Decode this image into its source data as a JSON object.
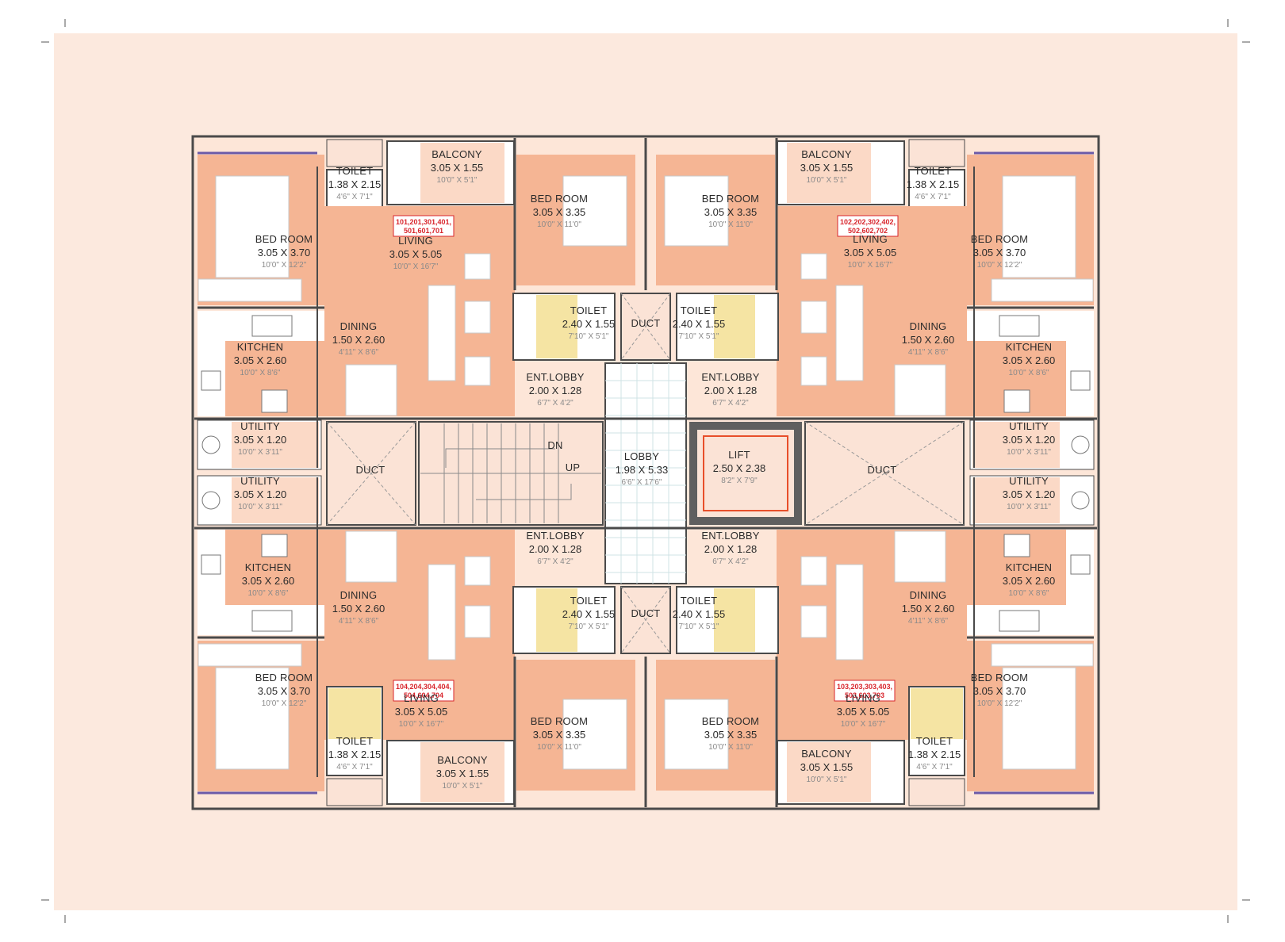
{
  "colors": {
    "sheet_bg": "#fce9de",
    "room_fill": "#f5b594",
    "room_dark": "#efa47f",
    "wall": "#4a4a4a",
    "wet_fill": "#f5e4a3",
    "lobby_fill": "#ffffff",
    "duct_fill": "#fbe3d6",
    "unit_tag": "#d8262d",
    "window": "#6b5aa8",
    "lift_frame": "#5f5f5f",
    "lift_inner": "#e84f2a"
  },
  "units": {
    "top_left": "101,201,301,401,\n501,601,701",
    "top_right": "102,202,302,402,\n502,602,702",
    "bottom_left": "104,204,304,404,\n504,604,704",
    "bottom_right": "103,203,303,403,\n503,603,703"
  },
  "rooms": {
    "tl_bed": {
      "name": "BED ROOM",
      "met": "3.05 X 3.70",
      "imp": "10'0\" X 12'2\""
    },
    "tl_toilet": {
      "name": "TOILET",
      "met": "1.38 X 2.15",
      "imp": "4'6\" X 7'1\""
    },
    "tl_balcony": {
      "name": "BALCONY",
      "met": "3.05 X 1.55",
      "imp": "10'0\" X 5'1\""
    },
    "tl_living": {
      "name": "LIVING",
      "met": "3.05 X 5.05",
      "imp": "10'0\" X 16'7\""
    },
    "tl_bed2": {
      "name": "BED ROOM",
      "met": "3.05 X 3.35",
      "imp": "10'0\" X 11'0\""
    },
    "tl_dining": {
      "name": "DINING",
      "met": "1.50 X 2.60",
      "imp": "4'11\" X 8'6\""
    },
    "tl_kitchen": {
      "name": "KITCHEN",
      "met": "3.05 X 2.60",
      "imp": "10'0\" X 8'6\""
    },
    "tl_toilet2": {
      "name": "TOILET",
      "met": "2.40 X 1.55",
      "imp": "7'10\" X 5'1\""
    },
    "tl_entlobby": {
      "name": "ENT.LOBBY",
      "met": "2.00 X 1.28",
      "imp": "6'7\" X 4'2\""
    },
    "tl_utility": {
      "name": "UTILITY",
      "met": "3.05 X 1.20",
      "imp": "10'0\" X 3'11\""
    },
    "tr_balcony": {
      "name": "BALCONY",
      "met": "3.05 X 1.55",
      "imp": "10'0\" X 5'1\""
    },
    "tr_toilet": {
      "name": "TOILET",
      "met": "1.38 X 2.15",
      "imp": "4'6\" X 7'1\""
    },
    "tr_bed": {
      "name": "BED ROOM",
      "met": "3.05 X 3.70",
      "imp": "10'0\" X 12'2\""
    },
    "tr_bed2": {
      "name": "BED ROOM",
      "met": "3.05 X 3.35",
      "imp": "10'0\" X 11'0\""
    },
    "tr_living": {
      "name": "LIVING",
      "met": "3.05 X 5.05",
      "imp": "10'0\" X 16'7\""
    },
    "tr_toilet2": {
      "name": "TOILET",
      "met": "2.40 X 1.55",
      "imp": "7'10\" X 5'1\""
    },
    "tr_dining": {
      "name": "DINING",
      "met": "1.50 X 2.60",
      "imp": "4'11\" X 8'6\""
    },
    "tr_kitchen": {
      "name": "KITCHEN",
      "met": "3.05 X 2.60",
      "imp": "10'0\" X 8'6\""
    },
    "tr_entlobby": {
      "name": "ENT.LOBBY",
      "met": "2.00 X 1.28",
      "imp": "6'7\" X 4'2\""
    },
    "tr_utility": {
      "name": "UTILITY",
      "met": "3.05 X 1.20",
      "imp": "10'0\" X 3'11\""
    },
    "duct_top": {
      "name": "DUCT"
    },
    "duct_left": {
      "name": "DUCT"
    },
    "duct_right": {
      "name": "DUCT"
    },
    "duct_bottom": {
      "name": "DUCT"
    },
    "lobby": {
      "name": "LOBBY",
      "met": "1.98 X 5.33",
      "imp": "6'6\" X 17'6\""
    },
    "lift": {
      "name": "LIFT",
      "met": "2.50 X 2.38",
      "imp": "8'2\" X 7'9\""
    },
    "stair_dn": "DN",
    "stair_up": "UP",
    "bl_utility": {
      "name": "UTILITY",
      "met": "3.05 X 1.20",
      "imp": "10'0\" X 3'11\""
    },
    "bl_kitchen": {
      "name": "KITCHEN",
      "met": "3.05 X 2.60",
      "imp": "10'0\" X 8'6\""
    },
    "bl_dining": {
      "name": "DINING",
      "met": "1.50 X 2.60",
      "imp": "4'11\" X 8'6\""
    },
    "bl_entlobby": {
      "name": "ENT.LOBBY",
      "met": "2.00 X 1.28",
      "imp": "6'7\" X 4'2\""
    },
    "bl_toilet2": {
      "name": "TOILET",
      "met": "2.40 X 1.55",
      "imp": "7'10\" X 5'1\""
    },
    "bl_bed": {
      "name": "BED ROOM",
      "met": "3.05 X 3.70",
      "imp": "10'0\" X 12'2\""
    },
    "bl_living": {
      "name": "LIVING",
      "met": "3.05 X 5.05",
      "imp": "10'0\" X 16'7\""
    },
    "bl_toilet": {
      "name": "TOILET",
      "met": "1.38 X 2.15",
      "imp": "4'6\" X 7'1\""
    },
    "bl_balcony": {
      "name": "BALCONY",
      "met": "3.05 X 1.55",
      "imp": "10'0\" X 5'1\""
    },
    "bl_bed2": {
      "name": "BED ROOM",
      "met": "3.05 X 3.35",
      "imp": "10'0\" X 11'0\""
    },
    "br_utility": {
      "name": "UTILITY",
      "met": "3.05 X 1.20",
      "imp": "10'0\" X 3'11\""
    },
    "br_kitchen": {
      "name": "KITCHEN",
      "met": "3.05 X 2.60",
      "imp": "10'0\" X 8'6\""
    },
    "br_dining": {
      "name": "DINING",
      "met": "1.50 X 2.60",
      "imp": "4'11\" X 8'6\""
    },
    "br_entlobby": {
      "name": "ENT.LOBBY",
      "met": "2.00 X 1.28",
      "imp": "6'7\" X 4'2\""
    },
    "br_toilet2": {
      "name": "TOILET",
      "met": "2.40 X 1.55",
      "imp": "7'10\" X 5'1\""
    },
    "br_living": {
      "name": "LIVING",
      "met": "3.05 X 5.05",
      "imp": "10'0\" X 16'7\""
    },
    "br_bed": {
      "name": "BED ROOM",
      "met": "3.05 X 3.70",
      "imp": "10'0\" X 12'2\""
    },
    "br_toilet": {
      "name": "TOILET",
      "met": "1.38 X 2.15",
      "imp": "4'6\" X 7'1\""
    },
    "br_balcony": {
      "name": "BALCONY",
      "met": "3.05 X 1.55",
      "imp": "10'0\" X 5'1\""
    },
    "br_bed2": {
      "name": "BED ROOM",
      "met": "3.05 X 3.35",
      "imp": "10'0\" X 11'0\""
    }
  }
}
